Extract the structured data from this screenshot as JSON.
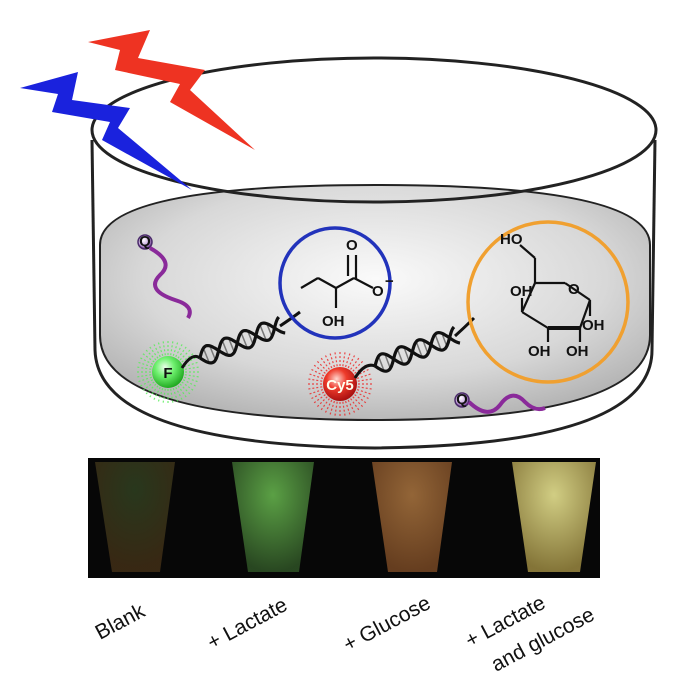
{
  "molecules": {
    "lactate": {
      "carbonyl_o": "O",
      "carboxylate_o": "O",
      "charge": "−",
      "hydroxyl": "OH"
    },
    "glucose": {
      "ch2oh": "HO",
      "ring_o": "O",
      "oh_1": "OH",
      "oh_2": "OH",
      "oh_3": "OH",
      "oh_4": "OH"
    }
  },
  "probes": {
    "fluorophore_green": "F",
    "fluorophore_red": "Cy5",
    "quencher_1": "Q",
    "quencher_2": "Q"
  },
  "colors": {
    "lightning_red": "#ee3322",
    "lightning_blue": "#1a22dd",
    "lactate_ring": "#2233bb",
    "glucose_ring": "#f0a030",
    "quencher_strand": "#8a2a9a",
    "green_glow": "#55ee55",
    "red_glow": "#ee2222"
  },
  "tubes": {
    "labels": [
      {
        "line1": "Blank",
        "line2": ""
      },
      {
        "line1": "+ Lactate",
        "line2": ""
      },
      {
        "line1": "+ Glucose",
        "line2": ""
      },
      {
        "line1": "+ Lactate",
        "line2": "and glucose"
      }
    ]
  }
}
